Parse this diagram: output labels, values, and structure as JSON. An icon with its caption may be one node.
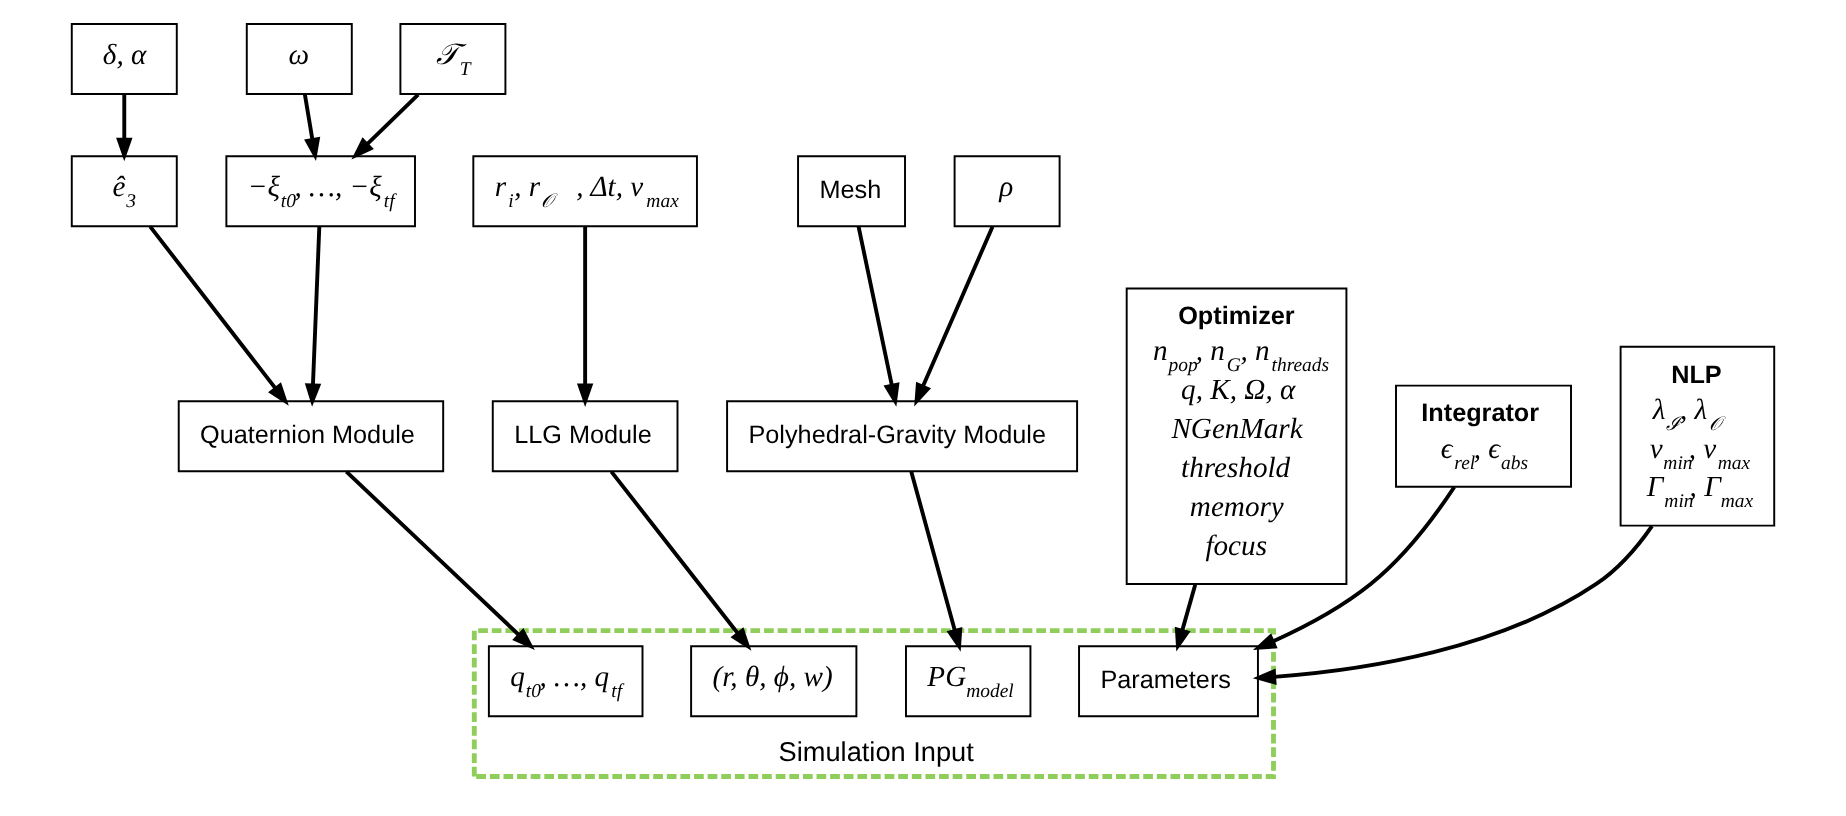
{
  "diagram": {
    "nodes": [
      {
        "text": [
          "δ, α"
        ]
      },
      {
        "text": [
          "ω"
        ]
      },
      {
        "text": [
          "𝒯$_{T}$"
        ]
      },
      {
        "text": [
          "ê$_{3}$"
        ]
      },
      {
        "text": [
          "−ξ$_{t0}$, …, −ξ$_{tf}$"
        ]
      },
      {
        "text": [
          "Quaternion Module"
        ]
      },
      {
        "text": [
          "r$_{i}$, r$_{𝒪}$, Δt, v$_{max}$"
        ]
      },
      {
        "text": [
          "LLG Module"
        ]
      },
      {
        "text": [
          "Mesh"
        ]
      },
      {
        "text": [
          "ρ"
        ]
      },
      {
        "text": [
          "Polyhedral-Gravity Module"
        ]
      },
      {
        "text": [
          "Optimizer",
          "n$_{pop}$, n$_{G}$, n$_{threads}$",
          "q, K, Ω, α",
          "NGenMark",
          "threshold",
          "memory",
          "focus"
        ]
      },
      {
        "text": [
          "Integrator",
          "ϵ$_{rel}$, ϵ$_{abs}$"
        ]
      },
      {
        "text": [
          "NLP",
          "λ$_{ℐ}$, λ$_{𝒪}$",
          "v$_{min}$, v$_{max}$",
          "Γ$_{min}$, Γ$_{max}$"
        ]
      },
      {
        "text": [
          "Simulation Input"
        ]
      },
      {
        "text": [
          "q$_{t0}$, …, q$_{tf}$"
        ],
        "in": 14
      },
      {
        "text": [
          "(r, θ, ϕ, w)"
        ],
        "in": 14
      },
      {
        "text": [
          "PG$_{model}$"
        ],
        "in": 14
      },
      {
        "text": [
          "Parameters"
        ],
        "in": 14
      }
    ],
    "edges": [
      {
        "from": 0,
        "to": 3,
        "arrow": "to"
      },
      {
        "from": 1,
        "to": 4,
        "arrow": "to"
      },
      {
        "from": 2,
        "to": 4,
        "arrow": "to"
      },
      {
        "from": 3,
        "to": 5,
        "arrow": "to"
      },
      {
        "from": 4,
        "to": 5,
        "arrow": "to"
      },
      {
        "from": 6,
        "to": 7,
        "arrow": "to"
      },
      {
        "from": 8,
        "to": 10,
        "arrow": "to"
      },
      {
        "from": 9,
        "to": 10,
        "arrow": "to"
      },
      {
        "from": 5,
        "to": 15,
        "arrow": "to"
      },
      {
        "from": 7,
        "to": 16,
        "arrow": "to"
      },
      {
        "from": 10,
        "to": 17,
        "arrow": "to"
      },
      {
        "from": 11,
        "to": 18,
        "arrow": "to"
      },
      {
        "from": 12,
        "to": 18,
        "arrow": "to"
      },
      {
        "from": 13,
        "to": 18,
        "arrow": "to"
      }
    ]
  }
}
